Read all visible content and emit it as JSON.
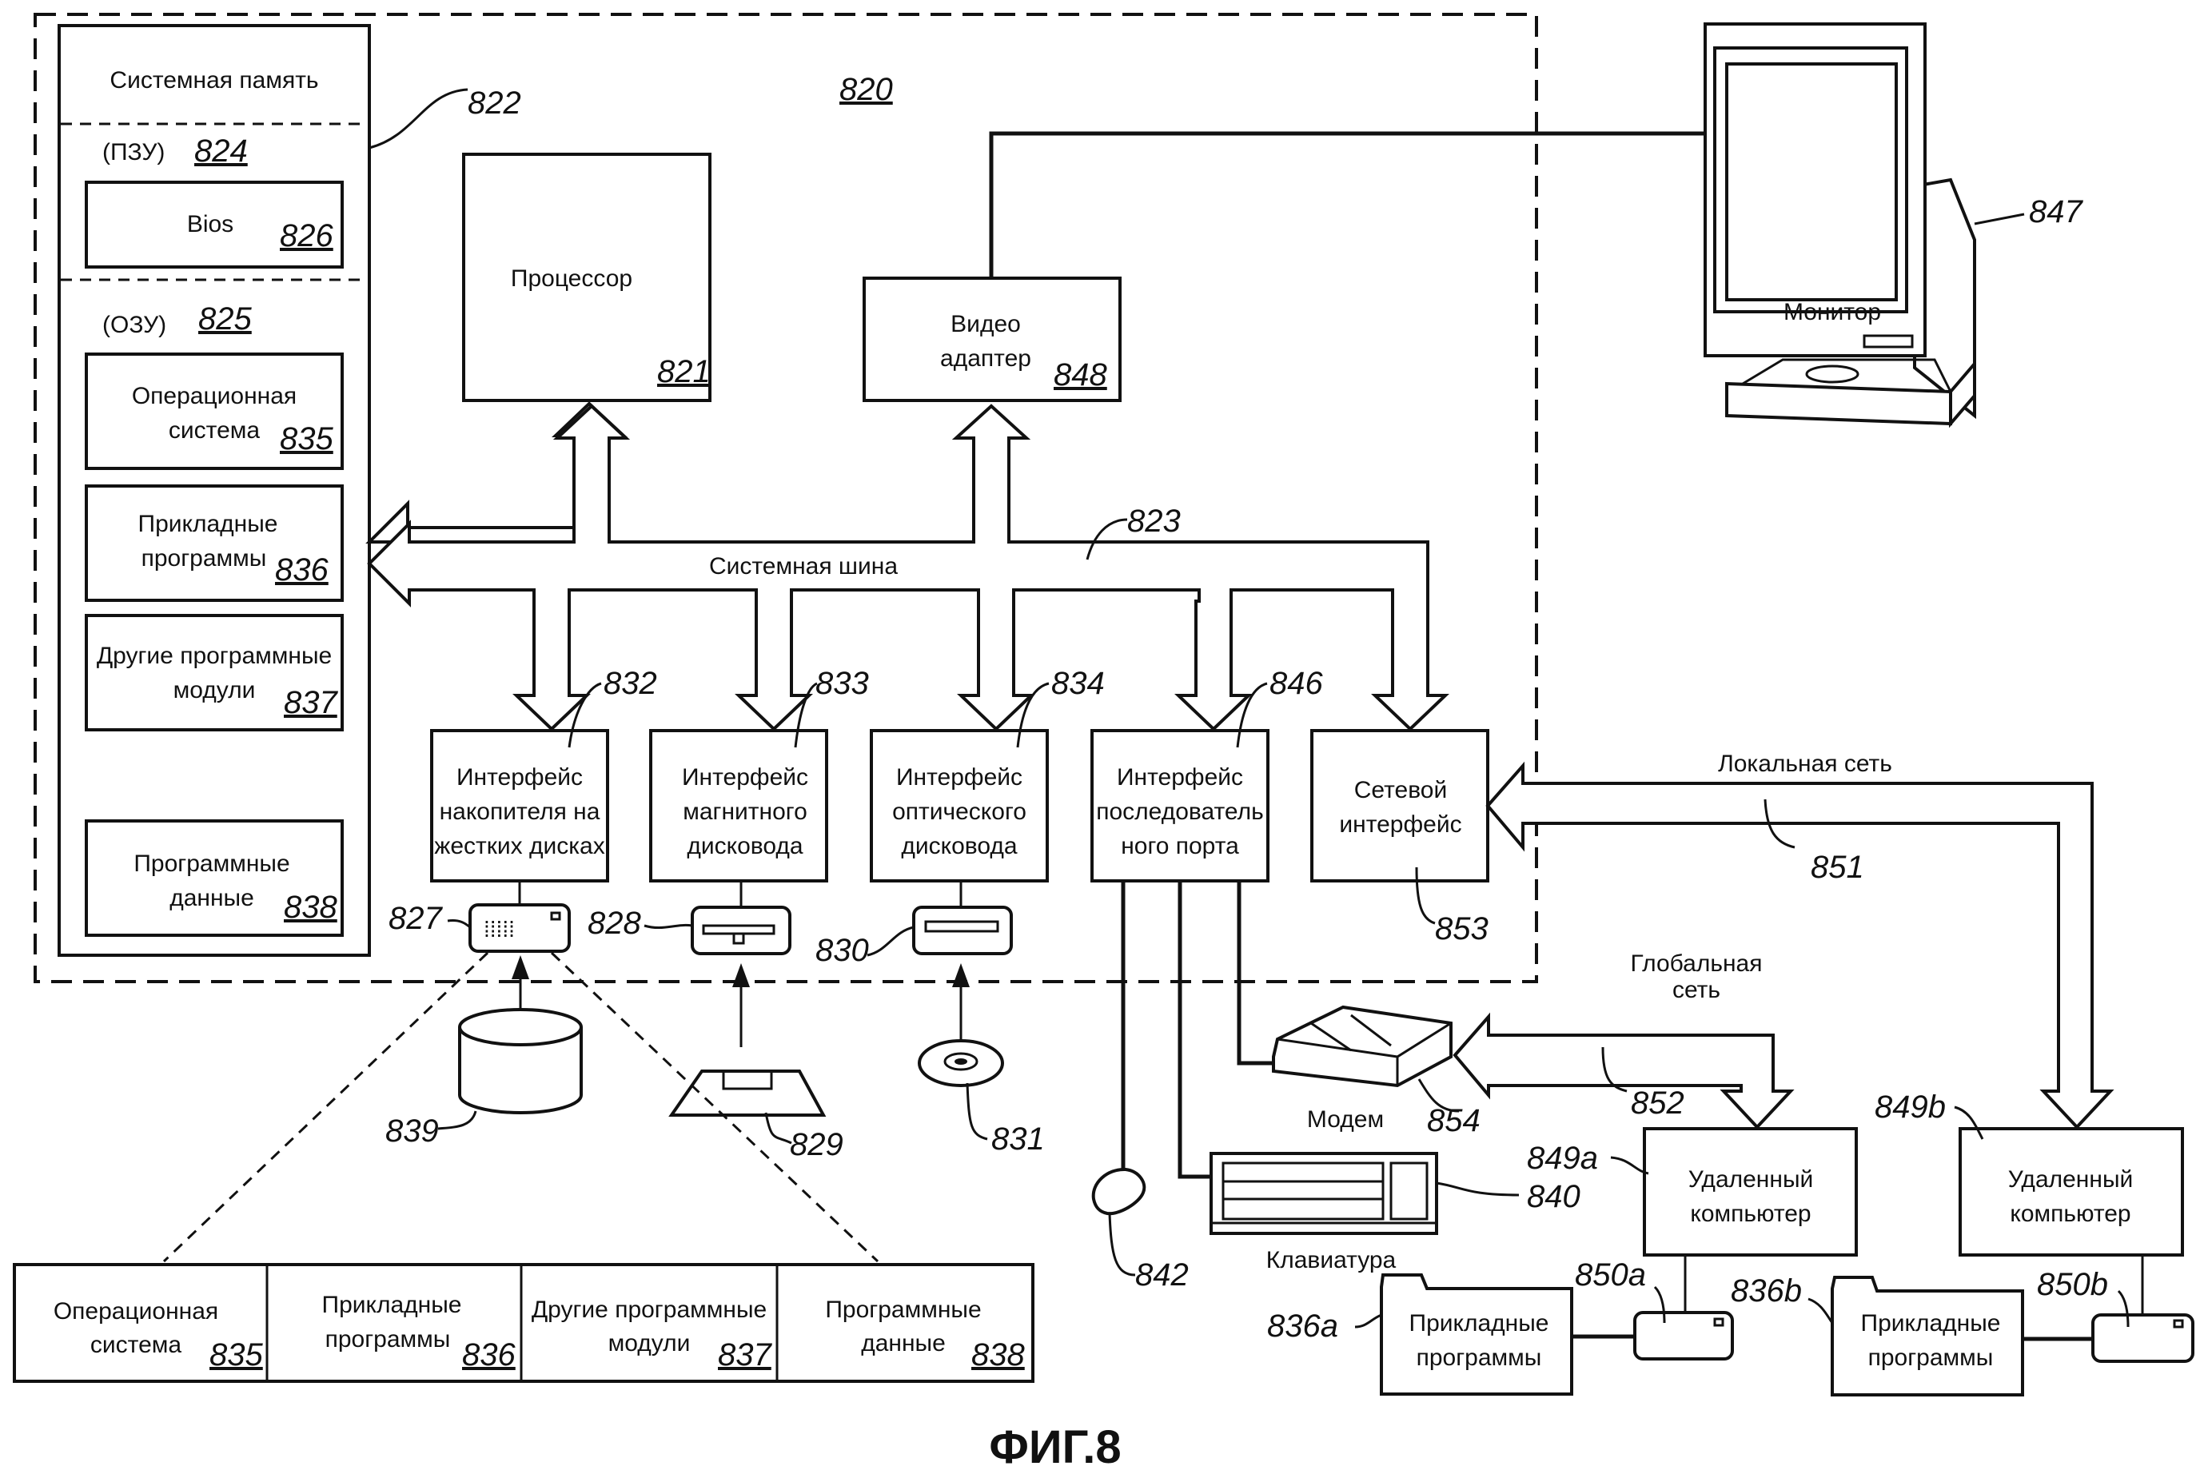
{
  "figure": {
    "title": "ФИГ.8",
    "computer_ref": "820"
  },
  "system_memory": {
    "title": "Системная память",
    "ref": "822",
    "rom": {
      "label": "(ПЗУ)",
      "ref": "824"
    },
    "bios": {
      "label": "Bios",
      "ref": "826"
    },
    "ram": {
      "label": "(ОЗУ)",
      "ref": "825"
    },
    "items": [
      {
        "line1": "Операционная",
        "line2": "система",
        "ref": "835"
      },
      {
        "line1": "Прикладные",
        "line2": "программы",
        "ref": "836"
      },
      {
        "line1": "Другие программные",
        "line2": "модули",
        "ref": "837"
      },
      {
        "line1": "Программные",
        "line2": "данные",
        "ref": "838"
      }
    ]
  },
  "processor": {
    "label": "Процессор",
    "ref": "821"
  },
  "video_adapter": {
    "line1": "Видео",
    "line2": "адаптер",
    "ref": "848"
  },
  "system_bus": {
    "label": "Системная шина",
    "ref": "823"
  },
  "interfaces": [
    {
      "line1": "Интерфейс",
      "line2": "накопителя на",
      "line3": "жестких дисках",
      "ref": "832"
    },
    {
      "line1": "Интерфейс",
      "line2": "магнитного",
      "line3": "дисковода",
      "ref": "833"
    },
    {
      "line1": "Интерфейс",
      "line2": "оптического",
      "line3": "дисковода",
      "ref": "834"
    },
    {
      "line1": "Интерфейс",
      "line2": "последователь",
      "line3": "ного порта",
      "ref": "846"
    },
    {
      "line1": "Сетевой",
      "line2": "интерфейс",
      "line3": "",
      "ref": "853"
    }
  ],
  "drives": {
    "hdd_ref": "827",
    "floppy_drive_ref": "828",
    "optical_drive_ref": "830",
    "hdd_media_ref": "839",
    "floppy_ref": "829",
    "cd_ref": "831"
  },
  "hdd_contents": [
    {
      "line1": "Операционная",
      "line2": "система",
      "ref": "835"
    },
    {
      "line1": "Прикладные",
      "line2": "программы",
      "ref": "836"
    },
    {
      "line1": "Другие программные",
      "line2": "модули",
      "ref": "837"
    },
    {
      "line1": "Программные",
      "line2": "данные",
      "ref": "838"
    }
  ],
  "monitor": {
    "label": "Монитор",
    "ref": "847"
  },
  "peripherals": {
    "mouse_ref": "842",
    "keyboard": {
      "label": "Клавиатура",
      "ref": "840"
    },
    "modem": {
      "label": "Модем",
      "ref": "854"
    }
  },
  "networks": {
    "lan": {
      "label": "Локальная сеть",
      "ref": "851"
    },
    "wan": {
      "line1": "Глобальная",
      "line2": "сеть",
      "ref": "852"
    }
  },
  "remote_computers": [
    {
      "line1": "Удаленный",
      "line2": "компьютер",
      "ref": "849a",
      "storage_ref": "850a",
      "apps": {
        "line1": "Прикладные",
        "line2": "программы",
        "ref": "836a"
      }
    },
    {
      "line1": "Удаленный",
      "line2": "компьютер",
      "ref": "849b",
      "storage_ref": "850b",
      "apps": {
        "line1": "Прикладные",
        "line2": "программы",
        "ref": "836b"
      }
    }
  ]
}
